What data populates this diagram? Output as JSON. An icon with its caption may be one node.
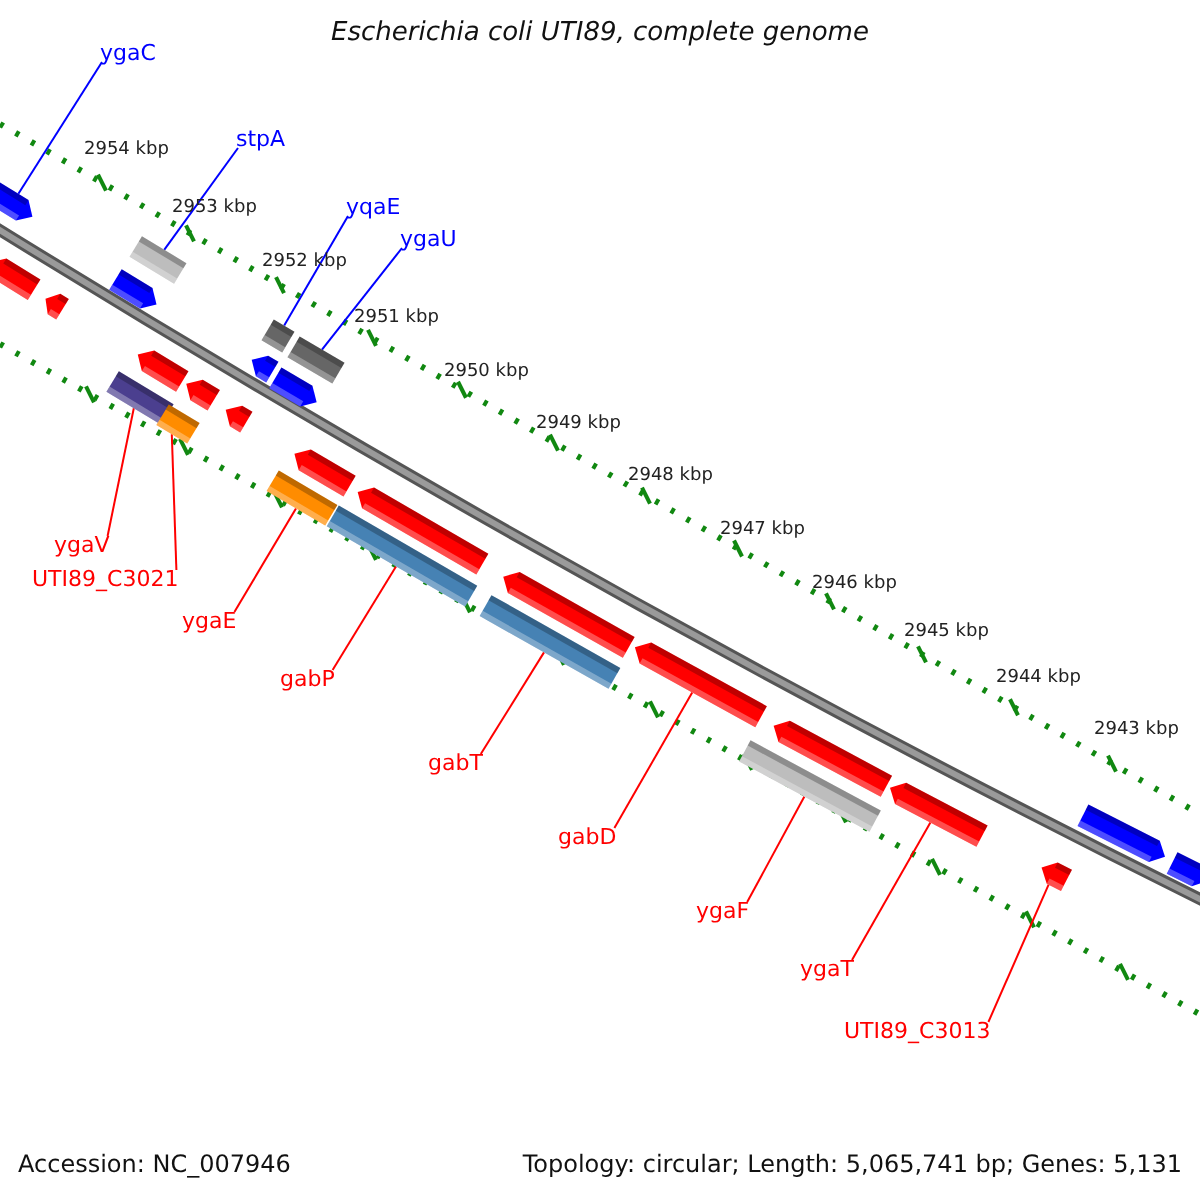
{
  "diagram": {
    "title": "Escherichia coli UTI89, complete genome",
    "nodes": [
      {
        "text": [
          "ygaC"
        ]
      },
      {
        "text": [],
        "shape": "arrow"
      },
      {
        "text": [
          "stpA"
        ]
      },
      {
        "text": [],
        "shape": "box"
      },
      {
        "text": [
          "yqaE"
        ]
      },
      {
        "text": [],
        "shape": "box"
      },
      {
        "text": [
          "ygaU"
        ]
      },
      {
        "text": [],
        "shape": "box"
      },
      {
        "text": [
          "ygaV"
        ]
      },
      {
        "text": [],
        "shape": "box"
      },
      {
        "text": [
          "UTI89_C3021"
        ]
      },
      {
        "text": [],
        "shape": "box"
      },
      {
        "text": [
          "ygaE"
        ]
      },
      {
        "text": [],
        "shape": "box"
      },
      {
        "text": [
          "gabP"
        ]
      },
      {
        "text": [],
        "shape": "box"
      },
      {
        "text": [
          "gabT"
        ]
      },
      {
        "text": [],
        "shape": "box"
      },
      {
        "text": [
          "gabD"
        ]
      },
      {
        "text": [],
        "shape": "arrow"
      },
      {
        "text": [
          "ygaF"
        ]
      },
      {
        "text": [],
        "shape": "box"
      },
      {
        "text": [
          "ygaT"
        ]
      },
      {
        "text": [],
        "shape": "arrow"
      },
      {
        "text": [
          "UTI89_C3013"
        ]
      },
      {
        "text": [],
        "shape": "arrow"
      },
      {
        "text": [],
        "shape": "arrow"
      },
      {
        "text": [],
        "shape": "arrow"
      },
      {
        "text": [],
        "shape": "arrow"
      },
      {
        "text": [],
        "shape": "arrow"
      },
      {
        "text": [],
        "shape": "arrow"
      },
      {
        "text": [],
        "shape": "arrow"
      },
      {
        "text": [],
        "shape": "arrow"
      },
      {
        "text": [],
        "shape": "arrow"
      },
      {
        "text": [],
        "shape": "arrow"
      },
      {
        "text": [],
        "shape": "arrow"
      },
      {
        "text": [],
        "shape": "arrow"
      },
      {
        "text": [],
        "shape": "arrow"
      },
      {
        "text": [],
        "shape": "arrow"
      },
      {
        "text": [],
        "shape": "arrow"
      }
    ],
    "edges": [
      {
        "from": 0,
        "to": 1,
        "arrow": "none",
        "color": "#0000ff"
      },
      {
        "from": 2,
        "to": 3,
        "arrow": "none",
        "color": "#0000ff"
      },
      {
        "from": 4,
        "to": 5,
        "arrow": "none",
        "color": "#0000ff"
      },
      {
        "from": 6,
        "to": 7,
        "arrow": "none",
        "color": "#0000ff"
      },
      {
        "from": 8,
        "to": 9,
        "arrow": "none"
      },
      {
        "from": 10,
        "to": 11,
        "arrow": "none"
      },
      {
        "from": 12,
        "to": 13,
        "arrow": "none"
      },
      {
        "from": 14,
        "to": 15,
        "arrow": "none"
      },
      {
        "from": 16,
        "to": 17,
        "arrow": "none"
      },
      {
        "from": 18,
        "to": 19,
        "arrow": "none"
      },
      {
        "from": 20,
        "to": 21,
        "arrow": "none"
      },
      {
        "from": 22,
        "to": 23,
        "arrow": "none"
      },
      {
        "from": 24,
        "to": 25,
        "arrow": "none"
      }
    ],
    "labels": [
      "2954 kbp",
      "2953 kbp",
      "2952 kbp",
      "2951 kbp",
      "2950 kbp",
      "2949 kbp",
      "2948 kbp",
      "2947 kbp",
      "2946 kbp",
      "2945 kbp",
      "2944 kbp",
      "2943 kbp",
      "Accession: NC_007946",
      "Topology: circular; Length: 5,065,741 bp; Genes: 5,131"
    ]
  }
}
